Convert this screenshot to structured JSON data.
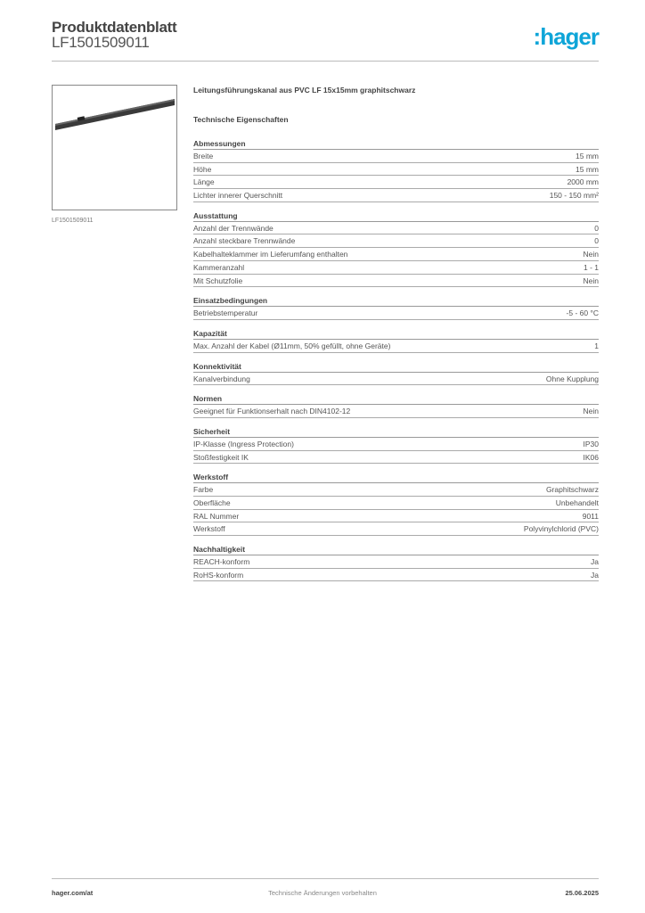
{
  "header": {
    "title": "Produktdatenblatt",
    "code": "LF1501509011",
    "logo": ":hager",
    "brand_color": "#0ea5d8"
  },
  "image": {
    "caption": "LF1501509011"
  },
  "product_name": "Leitungsführungskanal aus PVC LF 15x15mm graphitschwarz",
  "tech_heading": "Technische Eigenschaften",
  "sections": [
    {
      "title": "Abmessungen",
      "rows": [
        [
          "Breite",
          "15 mm"
        ],
        [
          "Höhe",
          "15 mm"
        ],
        [
          "Länge",
          "2000 mm"
        ],
        [
          "Lichter innerer Querschnitt",
          "150 - 150 mm²"
        ]
      ]
    },
    {
      "title": "Ausstattung",
      "rows": [
        [
          "Anzahl der Trennwände",
          "0"
        ],
        [
          "Anzahl steckbare Trennwände",
          "0"
        ],
        [
          "Kabelhalteklammer im Lieferumfang enthalten",
          "Nein"
        ],
        [
          "Kammeranzahl",
          "1 - 1"
        ],
        [
          "Mit Schutzfolie",
          "Nein"
        ]
      ]
    },
    {
      "title": "Einsatzbedingungen",
      "rows": [
        [
          "Betriebstemperatur",
          "-5 - 60 °C"
        ]
      ]
    },
    {
      "title": "Kapazität",
      "rows": [
        [
          "Max. Anzahl der Kabel (Ø11mm, 50% gefüllt, ohne Geräte)",
          "1"
        ]
      ]
    },
    {
      "title": "Konnektivität",
      "rows": [
        [
          "Kanalverbindung",
          "Ohne Kupplung"
        ]
      ]
    },
    {
      "title": "Normen",
      "rows": [
        [
          "Geeignet für Funktionserhalt nach DIN4102-12",
          "Nein"
        ]
      ]
    },
    {
      "title": "Sicherheit",
      "rows": [
        [
          "IP-Klasse (Ingress Protection)",
          "IP30"
        ],
        [
          "Stoßfestigkeit IK",
          "IK06"
        ]
      ]
    },
    {
      "title": "Werkstoff",
      "rows": [
        [
          "Farbe",
          "Graphitschwarz"
        ],
        [
          "Oberfläche",
          "Unbehandelt"
        ],
        [
          "RAL Nummer",
          "9011"
        ],
        [
          "Werkstoff",
          "Polyvinylchlorid (PVC)"
        ]
      ]
    },
    {
      "title": "Nachhaltigkeit",
      "rows": [
        [
          "REACH-konform",
          "Ja"
        ],
        [
          "RoHS-konform",
          "Ja"
        ]
      ]
    }
  ],
  "footer": {
    "left": "hager.com/at",
    "center": "Technische Änderungen vorbehalten",
    "right": "25.06.2025"
  }
}
